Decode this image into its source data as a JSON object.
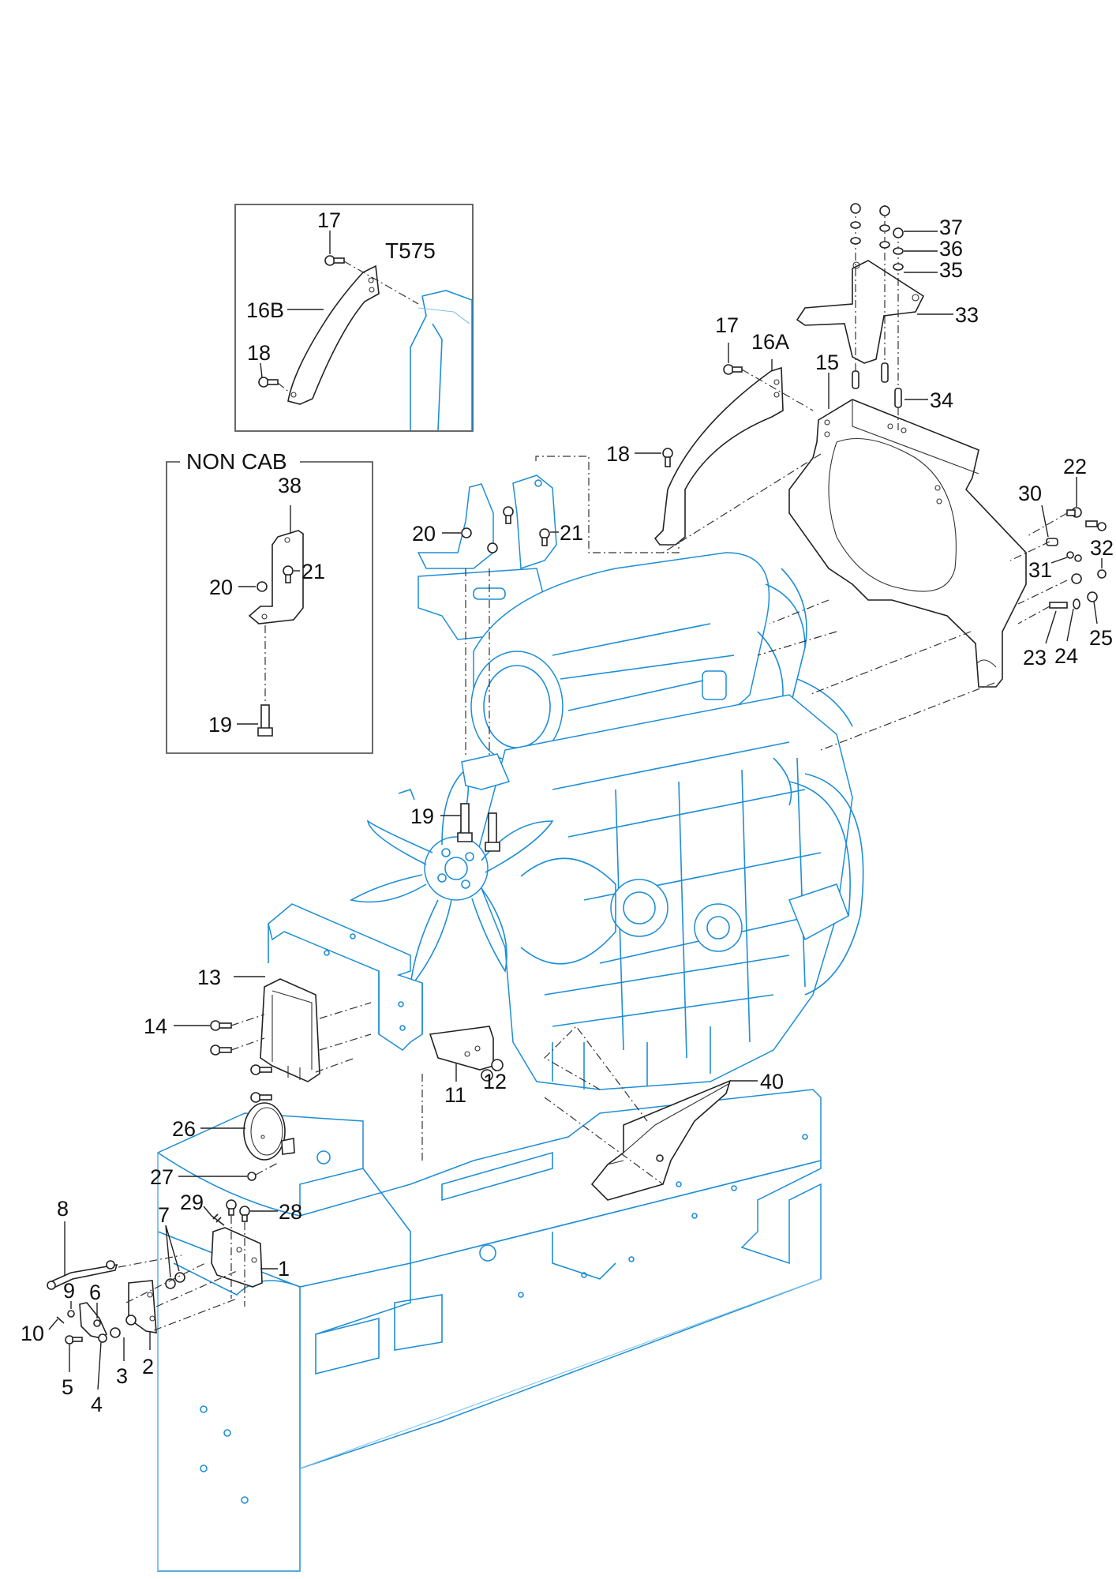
{
  "diagram": {
    "title": "Engine mounting and frame exploded parts view",
    "insets": [
      {
        "id": "t575",
        "title": "T575",
        "labels": [
          "17",
          "16B",
          "18"
        ]
      },
      {
        "id": "non-cab",
        "title": "NON CAB",
        "labels": [
          "38",
          "20",
          "21",
          "19"
        ]
      }
    ],
    "callouts": {
      "c1": "1",
      "c2": "2",
      "c3": "3",
      "c4": "4",
      "c5": "5",
      "c6": "6",
      "c7": "7",
      "c8": "8",
      "c9": "9",
      "c10": "10",
      "c11": "11",
      "c12": "12",
      "c13": "13",
      "c14": "14",
      "c15": "15",
      "c16a": "16A",
      "c16b": "16B",
      "c17a": "17",
      "c17b": "17",
      "c18a": "18",
      "c18b": "18",
      "c19a": "19",
      "c19b": "19",
      "c20a": "20",
      "c20b": "20",
      "c21a": "21",
      "c21b": "21",
      "c22": "22",
      "c23": "23",
      "c24": "24",
      "c25": "25",
      "c26": "26",
      "c27": "27",
      "c28": "28",
      "c29": "29",
      "c30": "30",
      "c31": "31",
      "c32": "32",
      "c33": "33",
      "c34": "34",
      "c35": "35",
      "c36": "36",
      "c37": "37",
      "c38": "38",
      "c40": "40"
    },
    "colors": {
      "engine_line": "#1e8ed6",
      "part_line": "#222222",
      "background": "#ffffff"
    }
  }
}
